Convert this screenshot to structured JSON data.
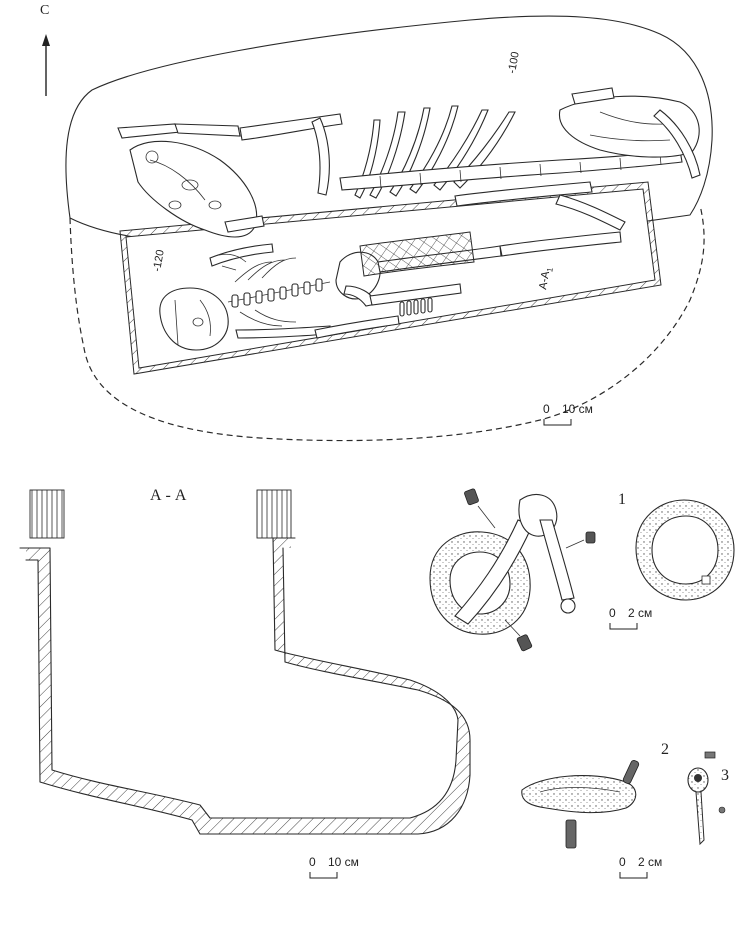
{
  "north_label": "С",
  "plan": {
    "depth_top": "-100",
    "depth_left": "-120",
    "section_label": "А-А",
    "section_subscript": "1",
    "scale_zero": "0",
    "scale_text": "10 см"
  },
  "section": {
    "title": "А - А",
    "scale_zero": "0",
    "scale_text": "10 см"
  },
  "finds": {
    "item1_label": "1",
    "item2_label": "2",
    "item3_label": "3",
    "scale1_zero": "0",
    "scale1_text": "2 см",
    "scale2_zero": "0",
    "scale2_text": "2 см"
  },
  "colors": {
    "ink": "#2a2a2a",
    "background": "#ffffff"
  },
  "icons": [
    "north-arrow-icon"
  ]
}
